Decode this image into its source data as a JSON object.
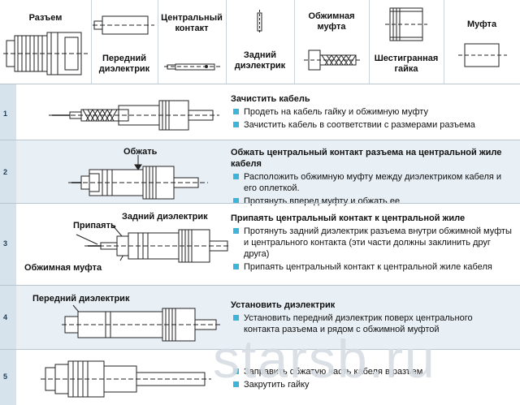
{
  "header": {
    "razem": "Разъем",
    "peredniy": "Передний\nдиэлектрик",
    "centralny": "Центральный\nконтакт",
    "zadniy": "Задний\nдиэлектрик",
    "obzhimnaya": "Обжимная\nмуфта",
    "shestigrannaya": "Шестигранная\nгайка",
    "mufta": "Муфта"
  },
  "steps": [
    {
      "number": "1",
      "title": "Зачистить кабель",
      "bullets": [
        "Продеть на кабель гайку и обжимную муфту",
        "Зачистить кабель в соответствии с размерами разъема"
      ]
    },
    {
      "number": "2",
      "title": "Обжать центральный контакт разъема на центральной жиле кабеля",
      "bullets": [
        "Расположить обжимную муфту между диэлектриком кабеля и его оплеткой.",
        "Протянуть вперед муфту и обжать ее"
      ],
      "callouts": [
        "Обжать"
      ]
    },
    {
      "number": "3",
      "title": "Припаять центральный контакт к центральной жиле",
      "bullets": [
        "Протянуть задний диэлектрик разъема внутри обжимной муфты и центрального контакта (эти части должны заклинить друг друга)",
        "Припаять центральный контакт к центральной жиле кабеля"
      ],
      "callouts": [
        "Задний диэлектрик",
        "Припаять",
        "Обжимная муфта"
      ]
    },
    {
      "number": "4",
      "title": "Установить диэлектрик",
      "bullets": [
        "Установить передний диэлектрик поверх центрального контакта разъема и рядом с обжимной муфтой"
      ],
      "callouts": [
        "Передний диэлектрик"
      ]
    },
    {
      "number": "5",
      "title": "",
      "bullets": [
        "Заправить обжатую часть кабеля в разъем",
        "Закрутить гайку"
      ]
    }
  ],
  "watermark": "starsb.ru",
  "colors": {
    "bullet": "#3fb4d8",
    "alt_row": "#e8eff5",
    "side": "#d6e2ec",
    "stroke": "#222222"
  }
}
